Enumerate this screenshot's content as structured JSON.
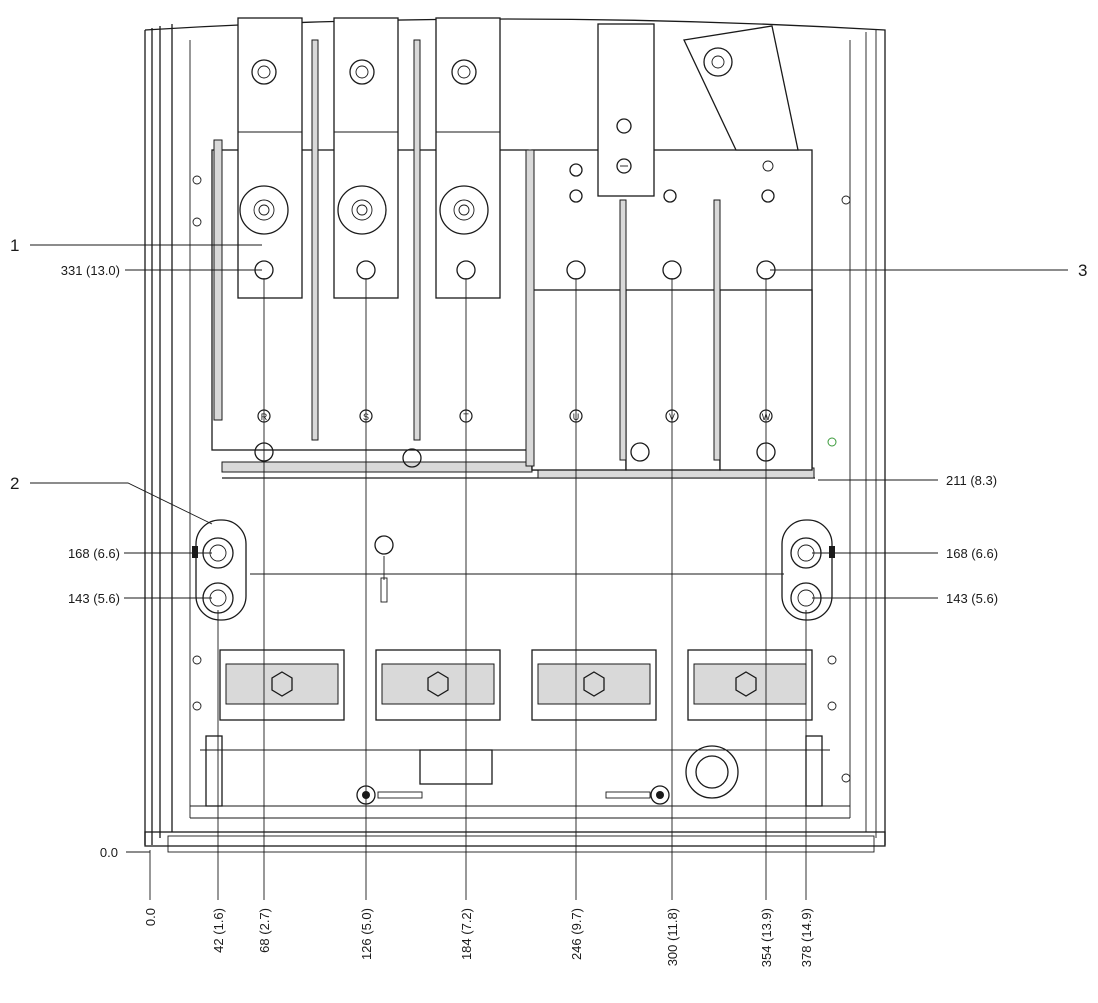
{
  "callouts": {
    "c1": "1",
    "c2": "2",
    "c3": "3"
  },
  "vertical_labels": {
    "top_bus": "331 (13.0)",
    "bottom_plate": "211 (8.3)",
    "ground_upper_left": "168 (6.6)",
    "ground_lower_left": "143 (5.6)",
    "ground_upper_right": "168 (6.6)",
    "ground_lower_right": "143 (5.6)",
    "origin_y": "0.0"
  },
  "horizontal_labels": {
    "x0": "0.0",
    "x42": "42 (1.6)",
    "x68": "68 (2.7)",
    "x126": "126 (5.0)",
    "x184": "184 (7.2)",
    "x246": "246 (9.7)",
    "x300": "300 (11.8)",
    "x354": "354 (13.9)",
    "x378": "378 (14.9)"
  },
  "terminal_letters": {
    "r": "R",
    "s": "S",
    "t": "T",
    "u": "U",
    "v": "V",
    "w": "W"
  }
}
